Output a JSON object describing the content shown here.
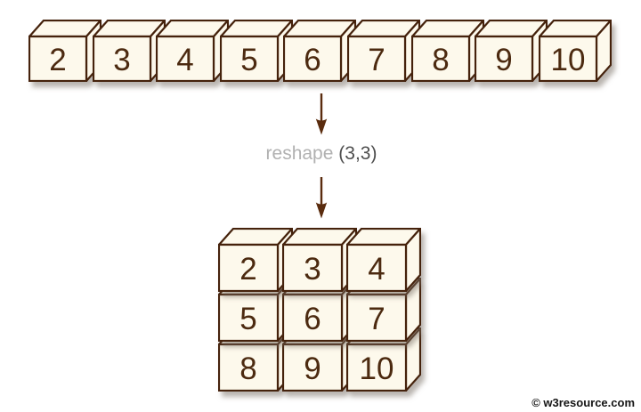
{
  "array_1d": {
    "values": [
      "2",
      "3",
      "4",
      "5",
      "6",
      "7",
      "8",
      "9",
      "10"
    ]
  },
  "operation": {
    "name": "reshape",
    "args": "(3,3)"
  },
  "matrix_3x3": {
    "rows": [
      [
        "2",
        "3",
        "4"
      ],
      [
        "5",
        "6",
        "7"
      ],
      [
        "8",
        "9",
        "10"
      ]
    ]
  },
  "watermark": "© w3resource.com",
  "icons": {
    "down_arrow": "down-arrow-icon"
  },
  "colors": {
    "cube_fill": "#fdf9ec",
    "cube_edge": "#45220c",
    "digit": "#4c2a10",
    "arrow": "#5a2c0e",
    "label_name": "#b1b1b1",
    "label_args": "#4e4e4e",
    "watermark": "#151515"
  }
}
